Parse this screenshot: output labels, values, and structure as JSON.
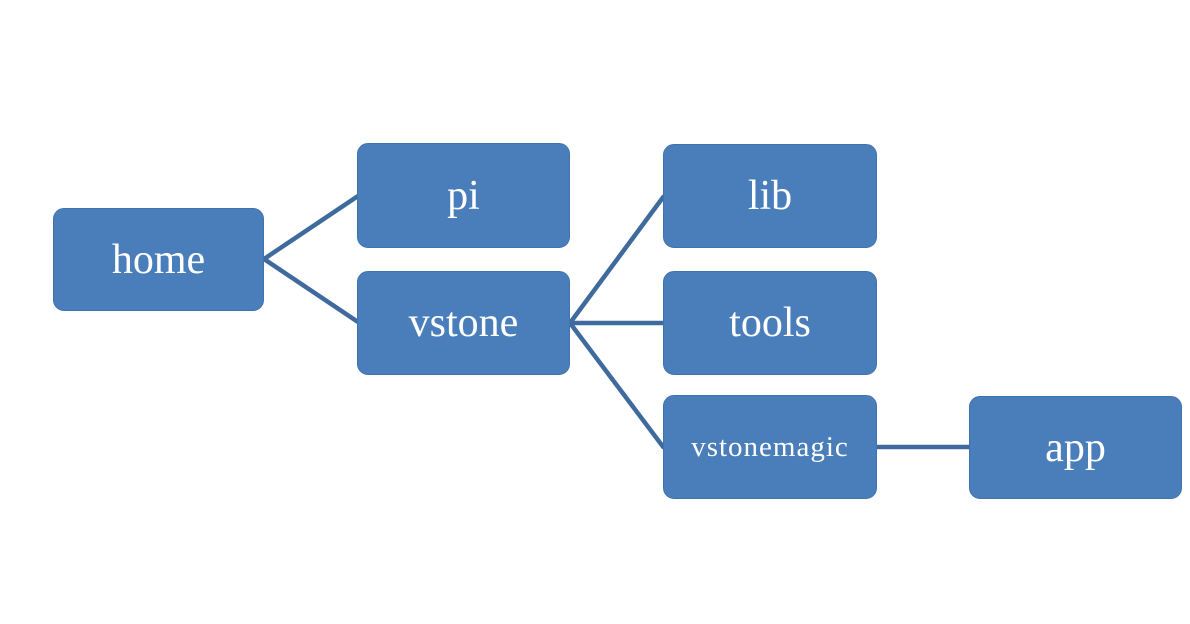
{
  "diagram": {
    "type": "hierarchy-tree",
    "colors": {
      "background": "#ffffff",
      "node_fill": "#4a7ebb",
      "node_border": "#4073ad",
      "node_text": "#ffffff",
      "connector": "#3f6a9d"
    },
    "nodes": [
      {
        "id": "home",
        "label": "home"
      },
      {
        "id": "pi",
        "label": "pi"
      },
      {
        "id": "vstone",
        "label": "vstone"
      },
      {
        "id": "lib",
        "label": "lib"
      },
      {
        "id": "tools",
        "label": "tools"
      },
      {
        "id": "vstonemagic",
        "label": "vstonemagic"
      },
      {
        "id": "app",
        "label": "app"
      }
    ],
    "edges": [
      {
        "from": "home",
        "to": "pi"
      },
      {
        "from": "home",
        "to": "vstone"
      },
      {
        "from": "vstone",
        "to": "lib"
      },
      {
        "from": "vstone",
        "to": "tools"
      },
      {
        "from": "vstone",
        "to": "vstonemagic"
      },
      {
        "from": "vstonemagic",
        "to": "app"
      }
    ]
  }
}
